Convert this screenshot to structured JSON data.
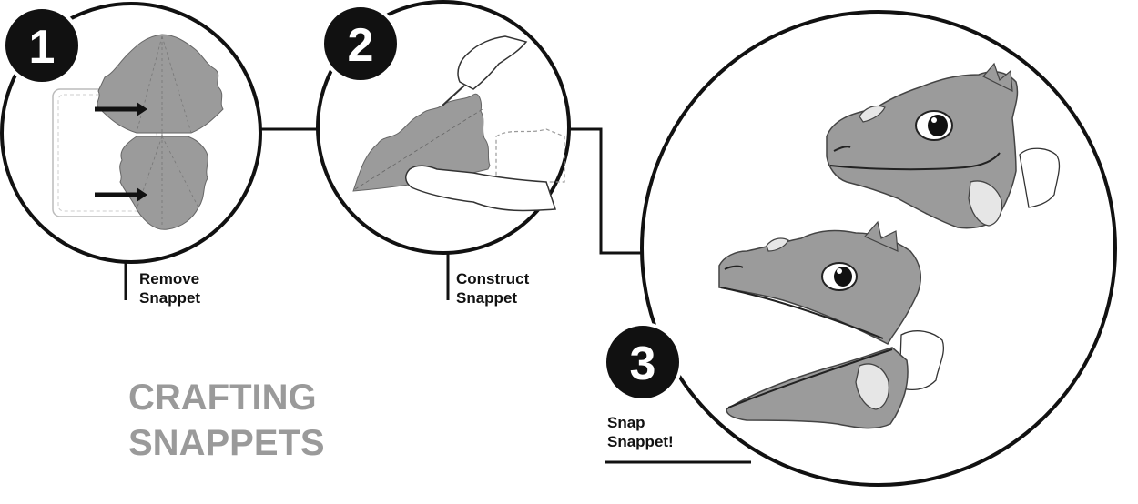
{
  "title": {
    "line1": "CRAFTING",
    "line2": "SNAPPETS",
    "color": "#9a9a9a"
  },
  "steps": [
    {
      "number": "1",
      "line1": "Remove",
      "line2": "Snappet"
    },
    {
      "number": "2",
      "line1": "Construct",
      "line2": "Snappet"
    },
    {
      "number": "3",
      "line1": "Snap",
      "line2": "Snappet!"
    }
  ],
  "colors": {
    "ink": "#111111",
    "paper_gray": "#9b9b9b",
    "light_gray": "#c9c9c9",
    "horn": "#e6e6e6"
  },
  "icons": [
    "dragon-template-sheet",
    "cutting-hand",
    "dragon-snappet-closed",
    "dragon-snappet-open",
    "arrow-right-icon"
  ]
}
